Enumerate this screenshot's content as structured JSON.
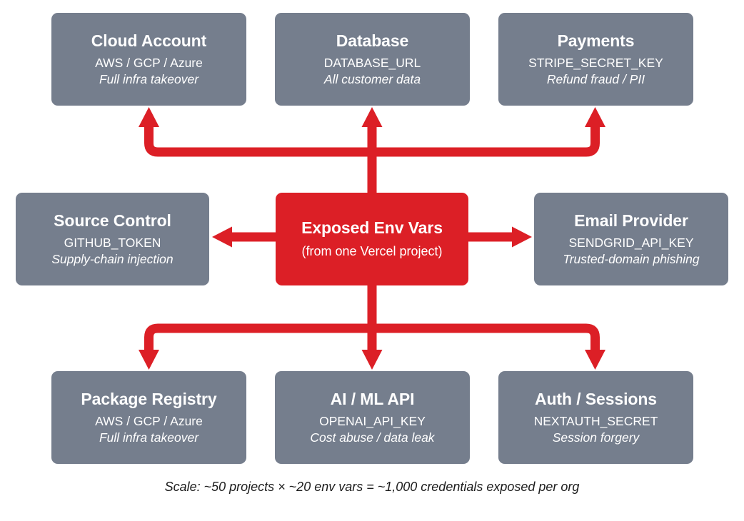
{
  "diagram": {
    "colors": {
      "node_gray": "#757E8D",
      "node_red": "#DC1F26",
      "arrow_red": "#DC1F26",
      "background": "#FFFFFF",
      "node_text": "#FFFFFF",
      "caption_text": "#1C1C1C"
    },
    "center": {
      "title": "Exposed Env Vars",
      "subtitle": "(from one Vercel project)"
    },
    "nodes": [
      {
        "id": "cloud-account",
        "title": "Cloud Account",
        "key": "AWS / GCP / Azure",
        "risk": "Full infra takeover"
      },
      {
        "id": "database",
        "title": "Database",
        "key": "DATABASE_URL",
        "risk": "All customer data"
      },
      {
        "id": "payments",
        "title": "Payments",
        "key": "STRIPE_SECRET_KEY",
        "risk": "Refund fraud / PII"
      },
      {
        "id": "source-control",
        "title": "Source Control",
        "key": "GITHUB_TOKEN",
        "risk": "Supply-chain injection"
      },
      {
        "id": "email-provider",
        "title": "Email Provider",
        "key": "SENDGRID_API_KEY",
        "risk": "Trusted-domain phishing"
      },
      {
        "id": "package-registry",
        "title": "Package Registry",
        "key": "AWS / GCP / Azure",
        "risk": "Full infra takeover"
      },
      {
        "id": "ai-ml-api",
        "title": "AI / ML API",
        "key": "OPENAI_API_KEY",
        "risk": "Cost abuse / data leak"
      },
      {
        "id": "auth-sessions",
        "title": "Auth / Sessions",
        "key": "NEXTAUTH_SECRET",
        "risk": "Session forgery"
      }
    ],
    "caption": "Scale: ~50 projects × ~20 env vars = ~1,000 credentials exposed per org"
  }
}
